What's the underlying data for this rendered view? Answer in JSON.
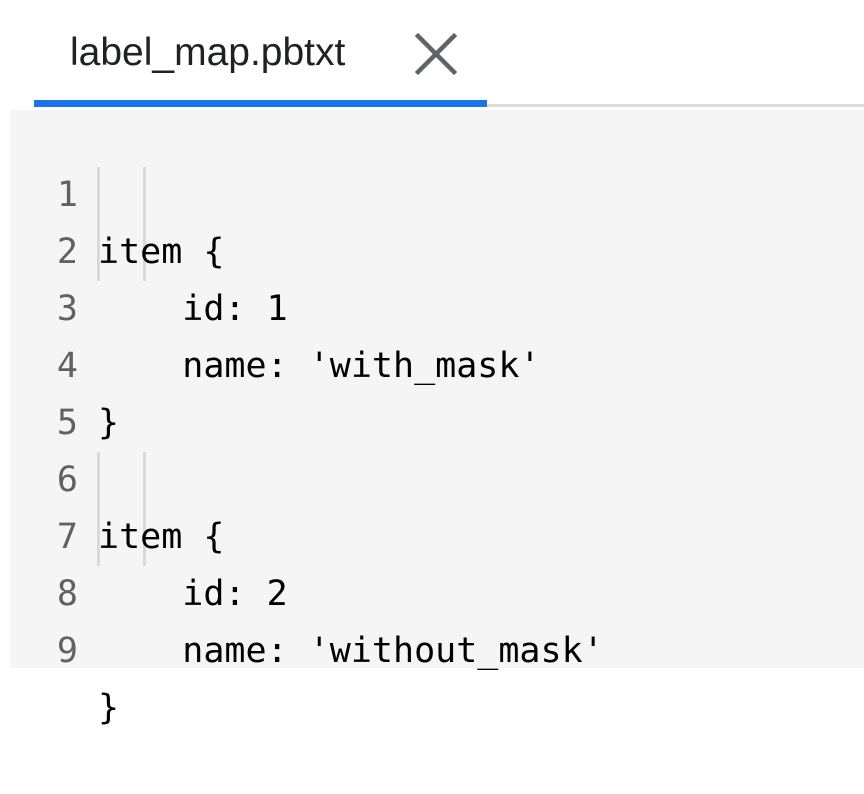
{
  "tab": {
    "filename": "label_map.pbtxt",
    "close_icon": "close-icon"
  },
  "colors": {
    "accent": "#1a73e8",
    "editor_background": "#f5f5f5",
    "line_number": "#616161"
  },
  "editor": {
    "lines": [
      {
        "number": "1",
        "text": "item {"
      },
      {
        "number": "2",
        "text": "    id: 1"
      },
      {
        "number": "3",
        "text": "    name: 'with_mask'"
      },
      {
        "number": "4",
        "text": "}"
      },
      {
        "number": "5",
        "text": ""
      },
      {
        "number": "6",
        "text": "item {"
      },
      {
        "number": "7",
        "text": "    id: 2"
      },
      {
        "number": "8",
        "text": "    name: 'without_mask'"
      },
      {
        "number": "9",
        "text": "}"
      }
    ]
  }
}
